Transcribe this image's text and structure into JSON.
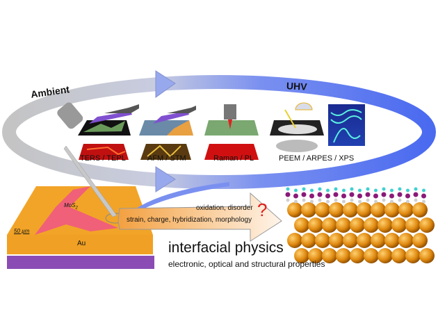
{
  "cycle": {
    "left_label": "Ambient",
    "right_label": "UHV"
  },
  "techniques": [
    {
      "label": "TERS / TEPL"
    },
    {
      "label": "AFM / STM"
    },
    {
      "label": "Raman / PL"
    },
    {
      "label": "PEEM / ARPES / XPS"
    }
  ],
  "sample": {
    "flake_label": "MoS",
    "flake_subscript": "2",
    "scale_bar": "50 µm",
    "substrate_label": "Au"
  },
  "arrow": {
    "line1": "oxidation, disorder",
    "line2": "strain, charge, hybridization, morphology",
    "question_mark": "?"
  },
  "caption": {
    "title": "interfacial physics",
    "subtitle": "electronic, optical and structural properties"
  },
  "colors": {
    "ambient": "#c8c8c8",
    "uhv": "#5a78f0",
    "gold": "#f0a020",
    "flake": "#f06070",
    "purple": "#8a4cb4",
    "question": "#e02020"
  }
}
